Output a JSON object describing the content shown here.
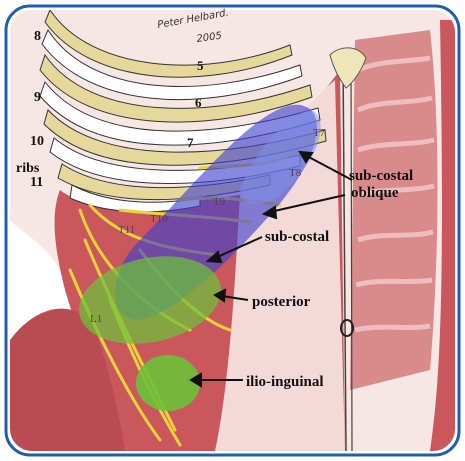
{
  "signature": {
    "line1": "Peter Helbard.",
    "line2": "2005"
  },
  "rib_labels": [
    "8",
    "9",
    "10",
    "11"
  ],
  "ribs_word": "ribs",
  "rib_numbers_chest": [
    "5",
    "6",
    "7"
  ],
  "segments": [
    "T7",
    "T8",
    "T9",
    "T10",
    "T11",
    "L1"
  ],
  "labels": {
    "subcostal_oblique_1": "sub-costal",
    "subcostal_oblique_2": "oblique",
    "subcostal": "sub-costal",
    "posterior": "posterior",
    "ilio_inguinal": "ilio-inguinal"
  },
  "colors": {
    "muscle_red": "#c9575c",
    "skin_pink": "#f3d9d8",
    "rib_yellow": "#e6d89a",
    "nerve_yellow": "#e8d33a",
    "blue_zone": "#3b3fcf",
    "green_zone": "#6cc23a",
    "frame_blue": "#1f5fb0"
  }
}
